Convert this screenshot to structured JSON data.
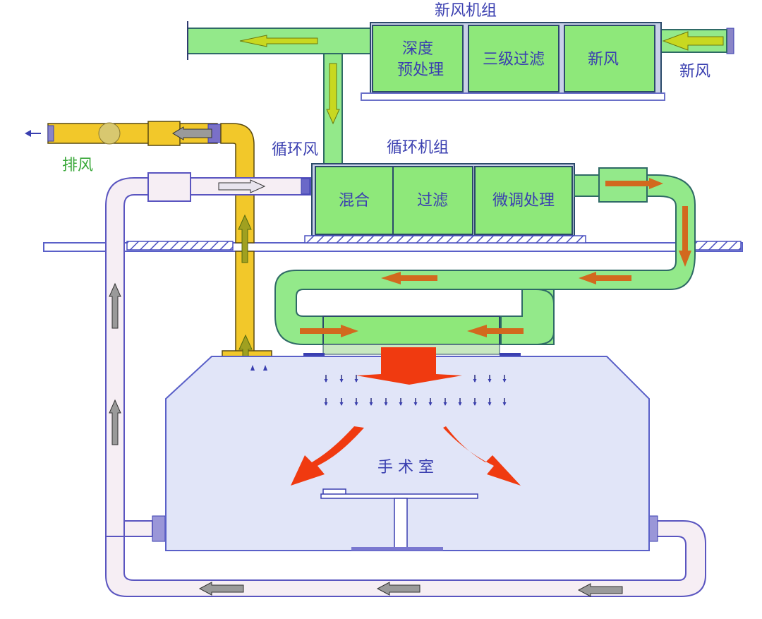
{
  "diagram": {
    "title": "手术室净化空调系统示意图",
    "labels": {
      "fresh_air_unit": "新风机组",
      "fresh_air_inlet": "新风",
      "exhaust": "排风",
      "return_air": "循环风",
      "circulation_unit": "循环机组",
      "operating_room": "手 术 室"
    },
    "fresh_air_unit_sections": [
      {
        "line1": "深度",
        "line2": "预处理"
      },
      {
        "line1": "三级过滤",
        "line2": ""
      },
      {
        "line1": "新风",
        "line2": ""
      }
    ],
    "circulation_unit_sections": [
      "混合",
      "过滤",
      "微调处理"
    ],
    "colors": {
      "unit_green": "#8ee87a",
      "duct_green": "#93e98a",
      "exhaust_yellow": "#f2c82a",
      "return_duct_pink": "#f6eef4",
      "room_fill": "#e1e5f8",
      "label_blue": "#3a3fb0",
      "label_green": "#3aa83a",
      "supply_arrow_orange": "#d2691e",
      "room_airflow_red": "#f03a10",
      "return_arrow_gray": "#9a9a9a"
    },
    "flows": [
      {
        "name": "fresh-air-in",
        "direction": "left"
      },
      {
        "name": "fresh-air-to-circulation",
        "direction": "down"
      },
      {
        "name": "return-to-circulation",
        "direction": "right"
      },
      {
        "name": "supply-out",
        "direction": "right-then-down"
      },
      {
        "name": "supply-to-diffuser",
        "direction": "left"
      },
      {
        "name": "room-laminar-flow",
        "direction": "down"
      },
      {
        "name": "room-return",
        "direction": "left"
      },
      {
        "name": "exhaust-out",
        "direction": "up-then-left"
      }
    ]
  }
}
